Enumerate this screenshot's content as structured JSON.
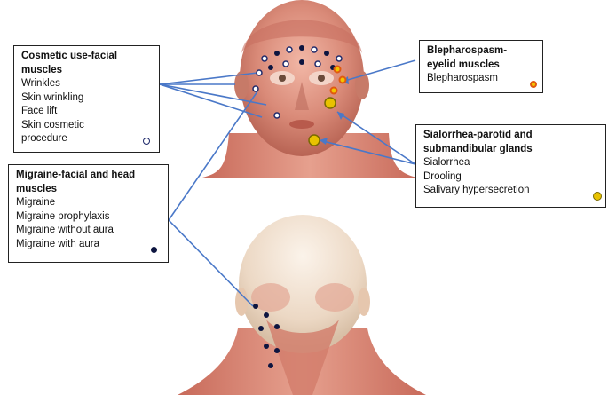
{
  "boxes": {
    "cosmetic": {
      "title": "Cosmetic use-facial muscles",
      "items": [
        "Wrinkles",
        "Skin wrinkling",
        "Face lift",
        "Skin cosmetic procedure"
      ]
    },
    "blepharospasm": {
      "title": "Blepharospasm-eyelid muscles",
      "items": [
        "Blepharospasm"
      ]
    },
    "sialorrhea": {
      "title": "Sialorrhea-parotid and submandibular glands",
      "items": [
        "Sialorrhea",
        "Drooling",
        "Salivary hypersecretion"
      ]
    },
    "migraine": {
      "title": "Migraine-facial and head muscles",
      "items": [
        "Migraine",
        "Migraine prophylaxis",
        "Migraine without aura",
        "Migraine with aura"
      ]
    }
  },
  "colors": {
    "connector": "#4a78c8",
    "skin": "#f1dac6",
    "muscle": "#d98a78",
    "cosmetic_marker": "#1f2a6b",
    "migraine_marker": "#0d1540",
    "blepharospasm_marker": "#e05a10",
    "sialorrhea_marker": "#e8c200"
  }
}
